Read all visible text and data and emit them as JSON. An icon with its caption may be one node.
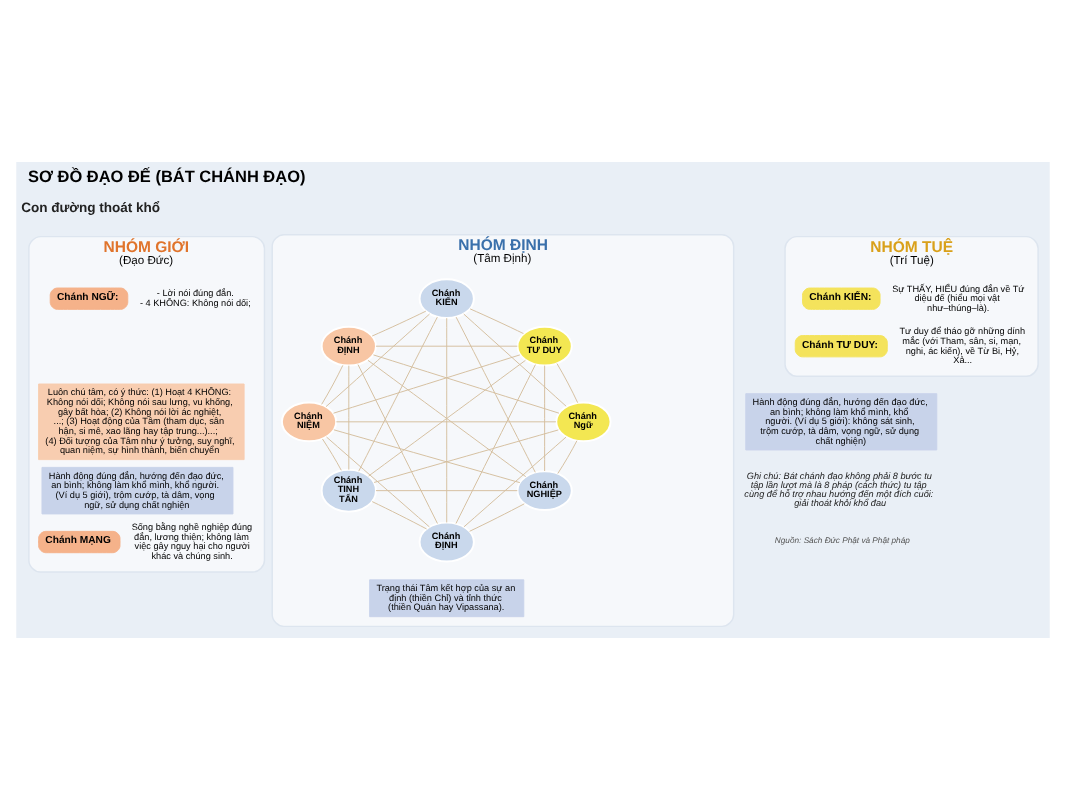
{
  "diagram": {
    "title": "SƠ ĐỒ ĐẠO ĐẾ (BÁT CHÁNH ĐẠO)",
    "nodes": [
      {
        "text": [
          "NHÓM GIỚI",
          "(Đạo Đức)"
        ]
      },
      {
        "text": [
          "Chánh NGỮ:"
        ],
        "in": 0,
        "beside": [
          "- Lời nói đúng đắn.",
          "- 4 KHÔNG: Không nói dối;"
        ]
      },
      {
        "text": [
          "Luôn chú tâm, có ý thức: (1) Hoạt 4 KHÔNG: Không nói dối; Không nói sau lưng, vu khống, gây bất hòa; (2) Không nói lời ác nghiệt, ...; (3) Hoạt động của Tâm (tham dục, sân hận, si mê, xao lãng hay tập trung...)...; (4) Đối tượng của Tâm như ý tưởng, suy nghĩ, quan niệm, sự hình thành, biến chuyển"
        ],
        "in": 0
      },
      {
        "text": [
          "Hành động đúng đắn, hướng đến đạo đức, an bình; không làm khổ mình, khổ người. (Ví dụ 5 giới), trộm cướp, tà dâm, vọng ngữ, sử dụng chất nghiện"
        ],
        "in": 0
      },
      {
        "text": [
          "Chánh MẠNG"
        ],
        "in": 0,
        "beside": [
          "Sống bằng nghề nghiệp đúng đắn, lương thiện; không làm việc gây nguy hại cho người khác và chúng sinh."
        ]
      },
      {
        "text": [
          "NHÓM ĐỊNH",
          "(Tâm Định)"
        ]
      },
      {
        "text": [
          "Chánh KIẾN"
        ],
        "in": 5
      },
      {
        "text": [
          "Chánh ĐỊNH"
        ],
        "in": 5
      },
      {
        "text": [
          "Chánh TƯ DUY"
        ],
        "in": 5
      },
      {
        "text": [
          "Chánh NIỆM"
        ],
        "in": 5
      },
      {
        "text": [
          "Chánh Ngữ"
        ],
        "in": 5
      },
      {
        "text": [
          "Chánh TINH TẤN"
        ],
        "in": 5
      },
      {
        "text": [
          "Chánh NGHIỆP"
        ],
        "in": 5
      },
      {
        "text": [
          "Chánh ĐỊNH"
        ],
        "in": 5
      },
      {
        "text": [
          "Trạng thái Tâm kết hợp của sự an định (thiền Chỉ) và tỉnh thức (thiền Quán hay Vipassana)."
        ],
        "in": 5
      },
      {
        "text": [
          "NHÓM TUỆ",
          "(Trí Tuệ)"
        ]
      },
      {
        "text": [
          "Chánh KIẾN:"
        ],
        "in": 15,
        "beside": [
          "Sự THẤY, HIỂU đúng đắn về Tứ diệu đế (hiểu mọi vật như–thúng–là)."
        ]
      },
      {
        "text": [
          "Chánh TƯ DUY:"
        ],
        "in": 15,
        "beside": [
          "Tư duy để tháo gỡ những dính mắc (với Tham, sân, si, mạn, nghi, ác kiến), về Từ Bi, Hỷ, Xả..."
        ]
      },
      {
        "text": [
          "Hành động đúng đắn, hướng đến đạo đức, an bình; không làm khổ mình, khổ người. (Ví dụ 5 giới): không sát sinh, trộm cướp, tà dâm, vọng ngữ, sử dụng chất nghiện)"
        ]
      }
    ],
    "edges": [
      {
        "from": 6,
        "to": 7,
        "arrow": "none"
      },
      {
        "from": 6,
        "to": 8,
        "arrow": "none"
      },
      {
        "from": 6,
        "to": 9,
        "arrow": "none"
      },
      {
        "from": 6,
        "to": 10,
        "arrow": "none"
      },
      {
        "from": 6,
        "to": 11,
        "arrow": "none"
      },
      {
        "from": 6,
        "to": 12,
        "arrow": "none"
      },
      {
        "from": 6,
        "to": 13,
        "arrow": "none"
      },
      {
        "from": 7,
        "to": 8,
        "arrow": "none"
      },
      {
        "from": 7,
        "to": 9,
        "arrow": "none"
      },
      {
        "from": 7,
        "to": 10,
        "arrow": "none"
      },
      {
        "from": 7,
        "to": 11,
        "arrow": "none"
      },
      {
        "from": 7,
        "to": 12,
        "arrow": "none"
      },
      {
        "from": 7,
        "to": 13,
        "arrow": "none"
      },
      {
        "from": 8,
        "to": 9,
        "arrow": "none"
      },
      {
        "from": 8,
        "to": 10,
        "arrow": "none"
      },
      {
        "from": 8,
        "to": 11,
        "arrow": "none"
      },
      {
        "from": 8,
        "to": 12,
        "arrow": "none"
      },
      {
        "from": 8,
        "to": 13,
        "arrow": "none"
      },
      {
        "from": 9,
        "to": 10,
        "arrow": "none"
      },
      {
        "from": 9,
        "to": 11,
        "arrow": "none"
      },
      {
        "from": 9,
        "to": 12,
        "arrow": "none"
      },
      {
        "from": 9,
        "to": 13,
        "arrow": "none"
      },
      {
        "from": 10,
        "to": 11,
        "arrow": "none"
      },
      {
        "from": 10,
        "to": 12,
        "arrow": "none"
      },
      {
        "from": 10,
        "to": 13,
        "arrow": "none"
      },
      {
        "from": 11,
        "to": 12,
        "arrow": "none"
      },
      {
        "from": 11,
        "to": 13,
        "arrow": "none"
      },
      {
        "from": 12,
        "to": 13,
        "arrow": "none"
      }
    ],
    "labels": [
      "Con đường thoát khổ",
      "Ghi chú: Bát chánh đạo không phải 8 bước tu tập lần lượt mà là 8 pháp (cách thức) tu tập cùng để hỗ trợ nhau hướng đến một đích cuối: giải thoát khỏi khổ đau",
      "Nguồn: Sách Đức Phật và Phật pháp"
    ]
  }
}
